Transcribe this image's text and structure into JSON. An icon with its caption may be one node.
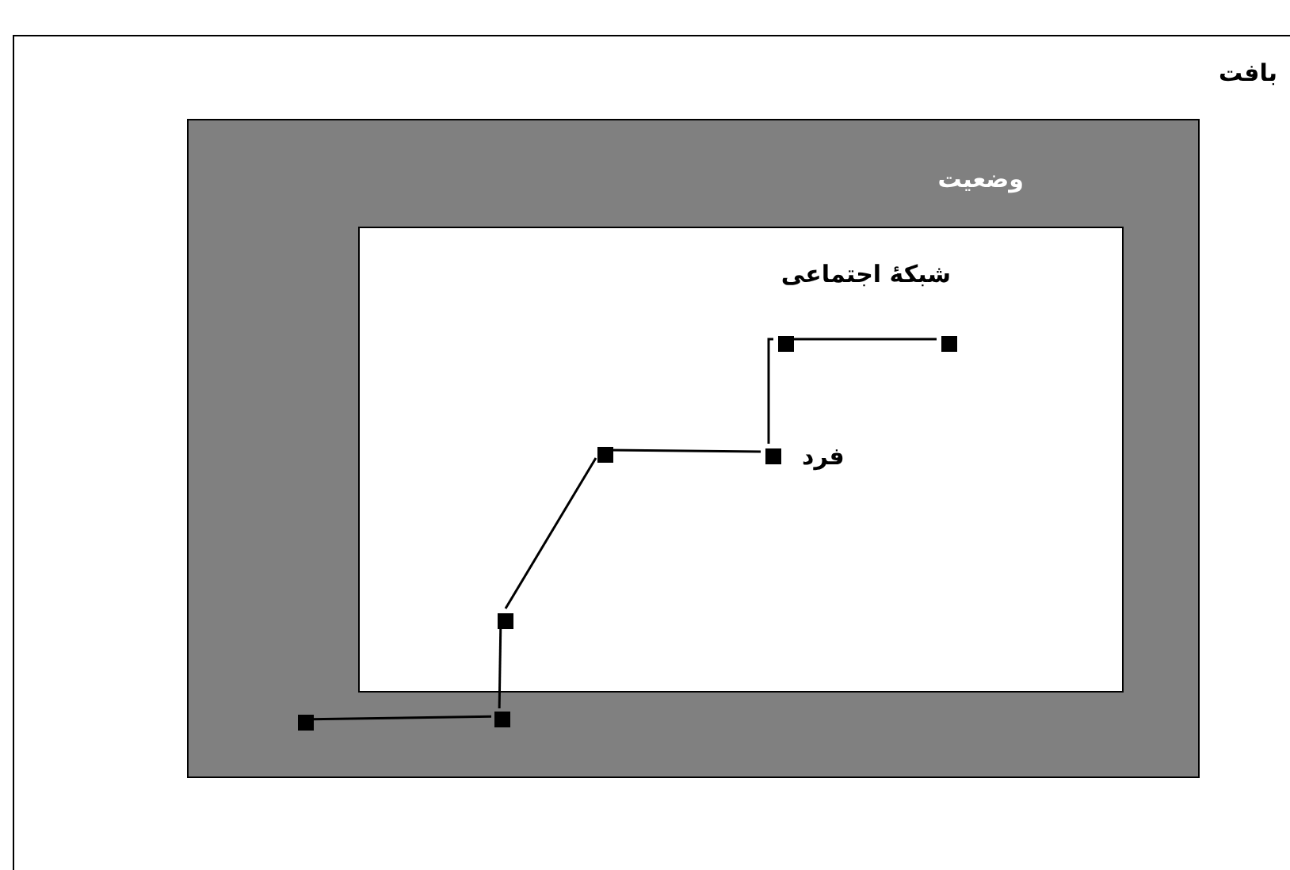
{
  "diagram": {
    "nodes": [
      {
        "text": [
          "بافت"
        ]
      },
      {
        "text": [
          "وضعیت"
        ],
        "in": 0
      },
      {
        "text": [
          "شبکۀ اجتماعی"
        ],
        "in": 1
      },
      {
        "text": [],
        "shape": "box",
        "in": 1
      },
      {
        "text": [],
        "shape": "box",
        "in": 1
      },
      {
        "text": [],
        "shape": "box",
        "in": 2
      },
      {
        "text": [],
        "shape": "box",
        "in": 2
      },
      {
        "text": [],
        "shape": "box",
        "in": 2,
        "beside": [
          "فرد"
        ]
      },
      {
        "text": [],
        "shape": "box",
        "in": 2
      },
      {
        "text": [],
        "shape": "box",
        "in": 2
      }
    ],
    "edges": [
      {
        "from": 3,
        "to": 4,
        "arrow": "none"
      },
      {
        "from": 4,
        "to": 5,
        "arrow": "none"
      },
      {
        "from": 5,
        "to": 6,
        "arrow": "none"
      },
      {
        "from": 6,
        "to": 7,
        "arrow": "none"
      },
      {
        "from": 7,
        "to": 8,
        "arrow": "none"
      },
      {
        "from": 8,
        "to": 9,
        "arrow": "none"
      }
    ]
  }
}
